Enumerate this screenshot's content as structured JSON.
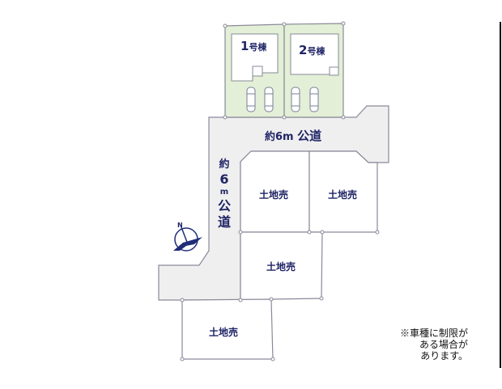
{
  "colors": {
    "road_fill": "#efefef",
    "house_lot_fill": "#e3efd6",
    "outline": "#8a8a9a",
    "label_text": "#1f2466",
    "compass": "#1f2c78"
  },
  "houses": [
    {
      "id": "1",
      "label_num": "1",
      "label_suffix": "号棟",
      "parking_spaces": 2
    },
    {
      "id": "2",
      "label_num": "2",
      "label_suffix": "号棟",
      "parking_spaces": 2
    }
  ],
  "road_horizontal": {
    "prefix": "約6m",
    "suffix": "公道"
  },
  "road_vertical": {
    "line1": "約",
    "line2": "6",
    "line3": "m",
    "line4": "公",
    "line5": "道"
  },
  "lots": [
    {
      "label": "土地売"
    },
    {
      "label": "土地売"
    },
    {
      "label": "土地売"
    },
    {
      "label": "土地売"
    }
  ],
  "compass": {
    "label": "N"
  },
  "note": {
    "line1": "※車種に制限が",
    "line2": "ある場合が",
    "line3": "あります。"
  }
}
